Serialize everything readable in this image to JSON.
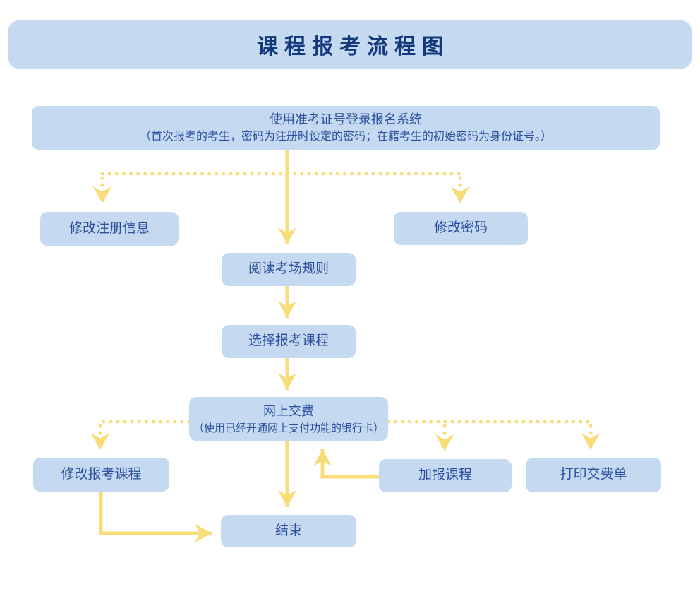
{
  "title": "课程报考流程图",
  "flowchart": {
    "nodes": {
      "login": {
        "label": "使用准考证号登录报名系统",
        "note": "（首次报考的考生，密码为注册时设定的密码；在籍考生的初始密码为身份证号。）"
      },
      "modify_reg": {
        "label": "修改注册信息"
      },
      "modify_pwd": {
        "label": "修改密码"
      },
      "read_rules": {
        "label": "阅读考场规则"
      },
      "select_course": {
        "label": "选择报考课程"
      },
      "pay_online": {
        "label": "网上交费",
        "note": "（使用已经开通网上支付功能的银行卡）"
      },
      "modify_course": {
        "label": "修改报考课程"
      },
      "add_course": {
        "label": "加报课程"
      },
      "print_bill": {
        "label": "打印交费单"
      },
      "end": {
        "label": "结束"
      }
    },
    "edges": [
      {
        "from": "login",
        "to": "read_rules",
        "style": "solid"
      },
      {
        "from": "login",
        "to": "modify_reg",
        "style": "dotted"
      },
      {
        "from": "login",
        "to": "modify_pwd",
        "style": "dotted"
      },
      {
        "from": "read_rules",
        "to": "select_course",
        "style": "solid"
      },
      {
        "from": "select_course",
        "to": "pay_online",
        "style": "solid"
      },
      {
        "from": "pay_online",
        "to": "modify_course",
        "style": "dotted"
      },
      {
        "from": "pay_online",
        "to": "add_course",
        "style": "dotted"
      },
      {
        "from": "pay_online",
        "to": "print_bill",
        "style": "dotted"
      },
      {
        "from": "pay_online",
        "to": "end",
        "style": "solid"
      },
      {
        "from": "modify_course",
        "to": "end",
        "style": "solid"
      },
      {
        "from": "add_course",
        "to": "pay_online",
        "style": "solid"
      }
    ],
    "colors": {
      "box_fill": "#c5d9f1",
      "box_text": "#2c4f9e",
      "title_text": "#12397b",
      "arrow": "#f8dc78",
      "background": "#ffffff"
    }
  }
}
